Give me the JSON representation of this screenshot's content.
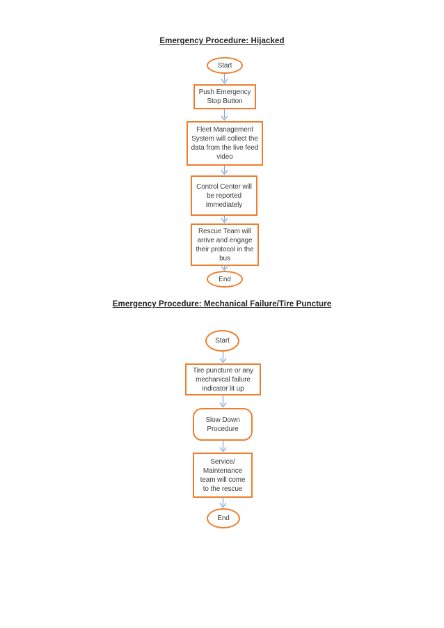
{
  "colors": {
    "node_border": "#ee7e2e",
    "arrow": "#7ba4d9",
    "node_text": "#3b3b3b",
    "title_text": "#1f1f1f",
    "page_background": "#ffffff"
  },
  "flowcharts": [
    {
      "title": "Emergency Procedure: Hijacked",
      "nodes": [
        {
          "type": "terminator",
          "label": "Start"
        },
        {
          "type": "process",
          "label": "Push Emergency\nStop Button"
        },
        {
          "type": "process",
          "label": "Fleet Management\nSystem will collect the\ndata from the live feed\nvideo"
        },
        {
          "type": "process",
          "label": "Control Center will\nbe reported\nimmediately"
        },
        {
          "type": "process",
          "label": "Rescue Team will\narrive and engage\ntheir protocol in the\nbus"
        },
        {
          "type": "terminator",
          "label": "End"
        }
      ]
    },
    {
      "title": "Emergency Procedure: Mechanical Failure/Tire Puncture",
      "nodes": [
        {
          "type": "terminator",
          "label": "Start"
        },
        {
          "type": "process",
          "label": "Tire puncture or any\nmechanical failure\nindicator lit up"
        },
        {
          "type": "rounded",
          "label": "Slow Down\nProcedure"
        },
        {
          "type": "process",
          "label": "Service/\nMaintenance\nteam will come\nto the rescue"
        },
        {
          "type": "terminator",
          "label": "End"
        }
      ]
    }
  ]
}
